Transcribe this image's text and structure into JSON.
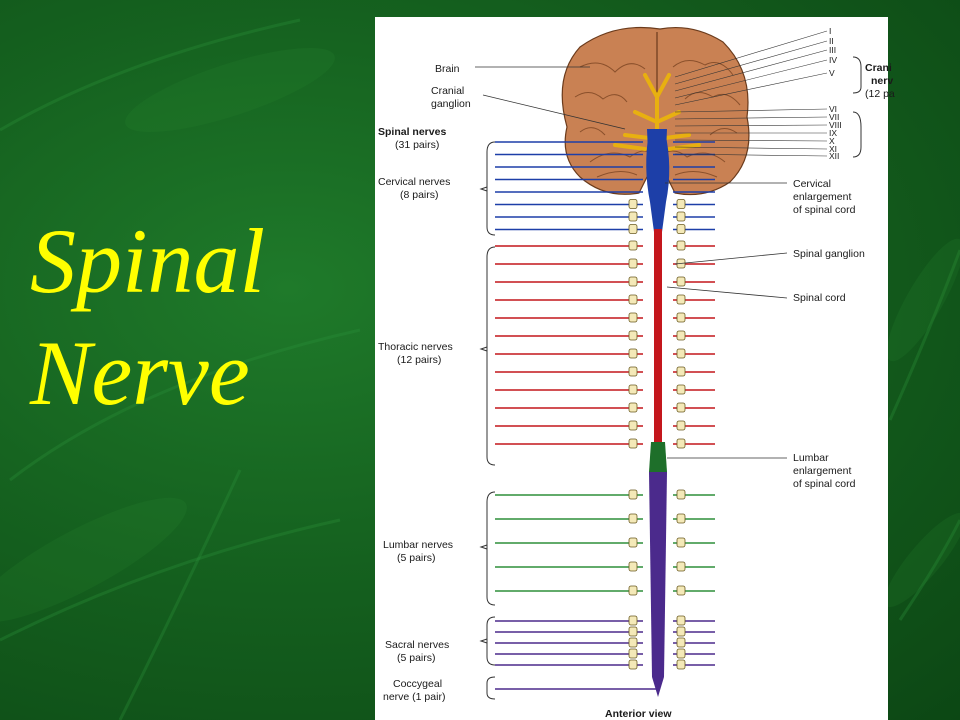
{
  "slide": {
    "title_line1": "Spinal",
    "title_line2": "Nerve"
  },
  "colors": {
    "background": "#15611f",
    "title": "#ffff00",
    "cervical": "#1d3fa8",
    "thoracic": "#c4161c",
    "lumbar": "#2f8f3a",
    "sacral": "#4b2a8c",
    "brain": "#c07a4a"
  },
  "diagram": {
    "brain": "Brain",
    "cranial_ganglion_1": "Cranial",
    "cranial_ganglion_2": "ganglion",
    "spinal_nerves_1": "Spinal nerves",
    "spinal_nerves_2": "(31 pairs)",
    "cervical_1": "Cervical nerves",
    "cervical_2": "(8 pairs)",
    "thoracic_1": "Thoracic nerves",
    "thoracic_2": "(12 pairs)",
    "lumbar_1": "Lumbar nerves",
    "lumbar_2": "(5 pairs)",
    "sacral_1": "Sacral nerves",
    "sacral_2": "(5 pairs)",
    "coccygeal_1": "Coccygeal",
    "coccygeal_2": "nerve (1 pair)",
    "cranial_nerves_1": "Crani",
    "cranial_nerves_2": "nerv",
    "cranial_nerves_3": "(12 pa",
    "cervical_enl_1": "Cervical",
    "cervical_enl_2": "enlargement",
    "cervical_enl_3": "of spinal cord",
    "spinal_ganglion": "Spinal ganglion",
    "spinal_cord": "Spinal cord",
    "lumbar_enl_1": "Lumbar",
    "lumbar_enl_2": "enlargement",
    "lumbar_enl_3": "of spinal cord",
    "caption": "Anterior view",
    "roman": [
      "I",
      "II",
      "III",
      "IV",
      "V",
      "VI",
      "VII",
      "VIII",
      "IX",
      "X",
      "XI",
      "XII"
    ]
  }
}
